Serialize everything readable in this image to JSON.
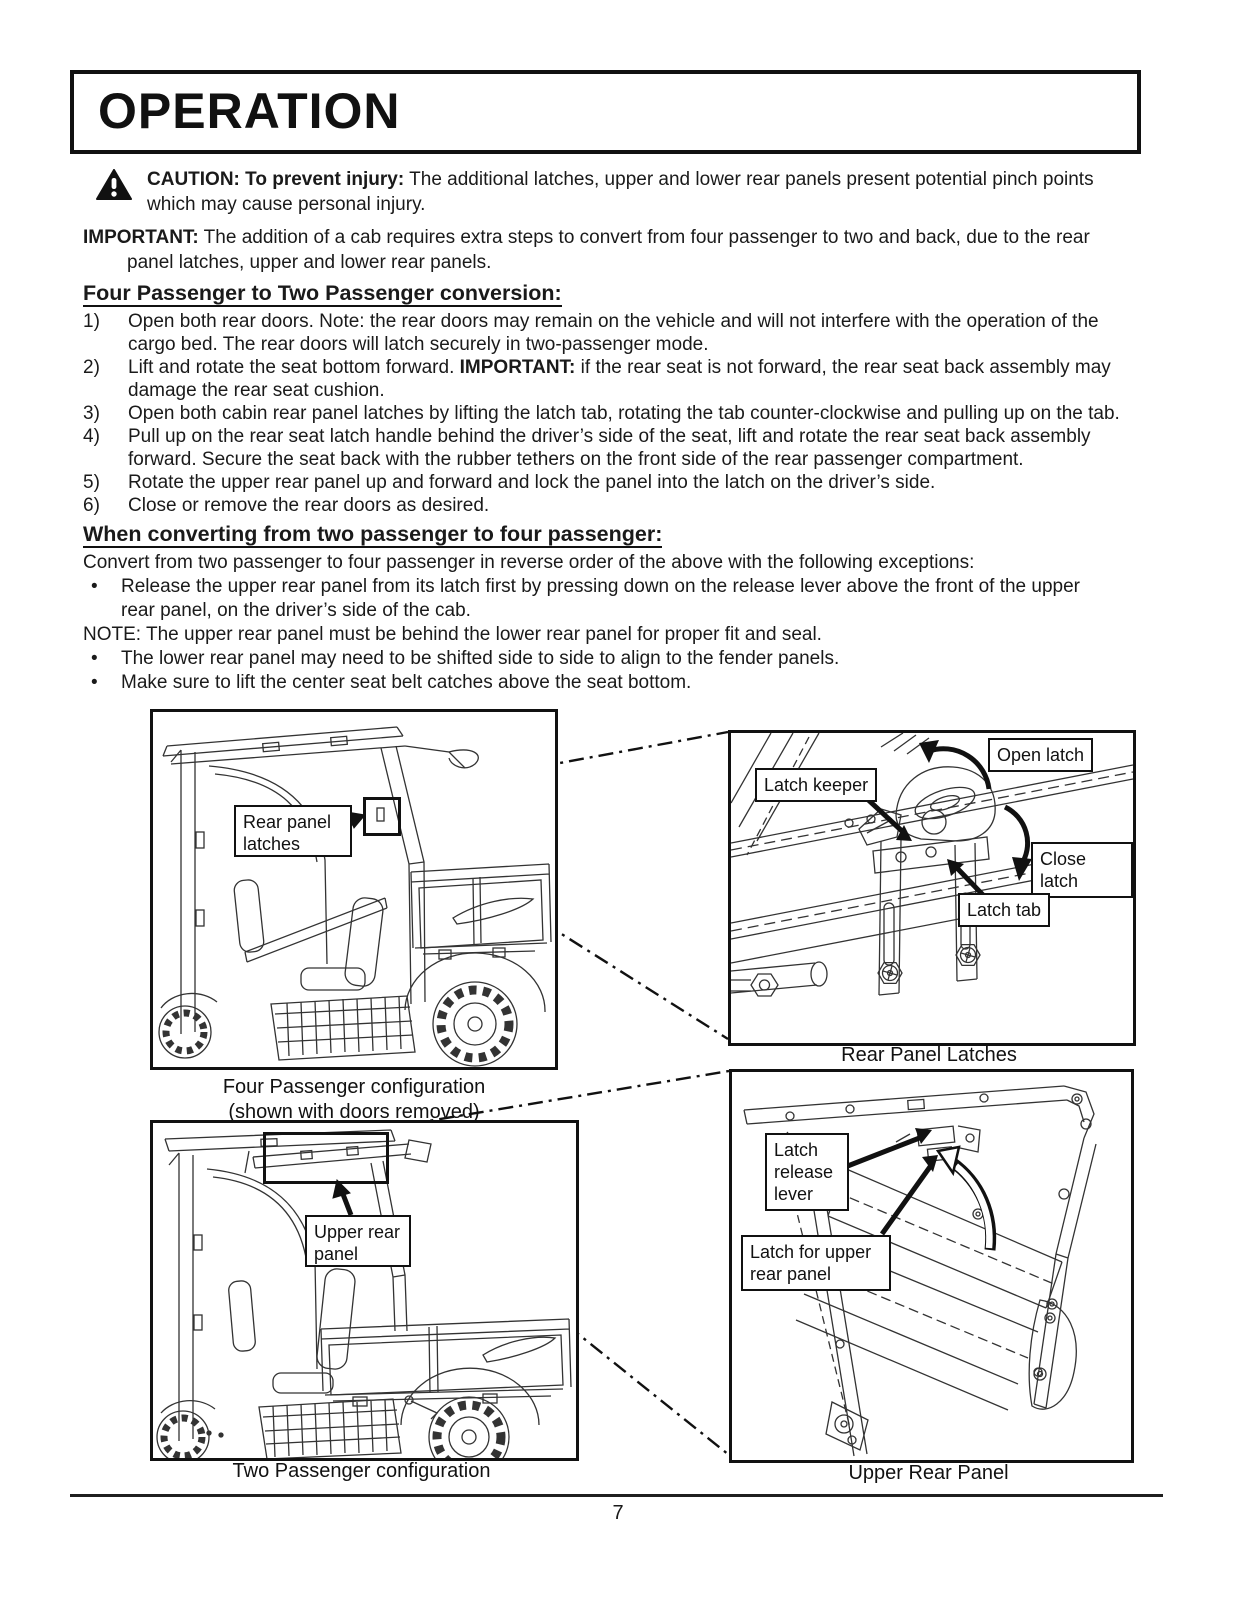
{
  "title": "OPERATION",
  "caution": {
    "bold": "CAUTION: To prevent injury:",
    "text": " The additional latches, upper and lower rear panels present potential pinch points which may cause personal injury."
  },
  "important": {
    "label": "IMPORTANT:",
    "text": " The addition of a cab requires extra steps to convert from four passenger to two and back, due to the rear panel latches, upper and lower rear panels."
  },
  "four_to_two": {
    "heading": "Four Passenger to Two Passenger conversion:",
    "steps": [
      {
        "num": "1)",
        "pre": "Open both rear doors. Note: the rear doors may remain on the vehicle and will not interfere with the operation of the cargo bed. The rear doors will latch securely in two-passenger mode.",
        "bold": "",
        "post": ""
      },
      {
        "num": "2)",
        "pre": "Lift and rotate the seat bottom forward. ",
        "bold": "IMPORTANT:",
        "post": " if the rear seat is not forward, the rear seat back assembly may damage the rear seat cushion."
      },
      {
        "num": "3)",
        "pre": "Open both cabin rear panel latches by lifting the latch tab, rotating the tab counter-clockwise and pulling up on the tab.",
        "bold": "",
        "post": ""
      },
      {
        "num": "4)",
        "pre": "Pull up on the rear seat latch handle behind the driver’s side of the seat, lift and rotate the rear seat back assembly forward. Secure the seat back with the rubber tethers on the front side of the rear passenger compartment.",
        "bold": "",
        "post": ""
      },
      {
        "num": "5)",
        "pre": "Rotate the upper rear panel up and forward and lock the panel into the latch on the driver’s side.",
        "bold": "",
        "post": ""
      },
      {
        "num": "6)",
        "pre": "Close or remove the rear doors as desired.",
        "bold": "",
        "post": ""
      }
    ]
  },
  "two_to_four": {
    "heading": "When converting from two passenger to four passenger:",
    "intro": "Convert from two passenger to four passenger in reverse order of the above with the following exceptions:",
    "bullet1": "Release the upper rear panel from its latch first by pressing down on the release lever above the front of the upper rear panel, on the driver’s side of the cab.",
    "note": "NOTE: The upper rear panel must be behind the lower rear panel for proper fit and seal.",
    "bullet2": "The lower rear panel may need to be shifted side to side to align to the fender panels.",
    "bullet3": "Make sure to lift the center seat belt catches above the seat bottom."
  },
  "figures": {
    "four_passenger": {
      "caption": "Four Passenger configuration",
      "subcaption": "(shown with doors removed)",
      "callout": "Rear panel latches"
    },
    "rear_panel_latches": {
      "caption": "Rear Panel Latches",
      "latch_keeper": "Latch keeper",
      "open_latch": "Open latch",
      "close_latch": "Close latch",
      "latch_tab": "Latch tab"
    },
    "two_passenger": {
      "caption": "Two Passenger configuration",
      "callout": "Upper rear panel"
    },
    "upper_rear_panel": {
      "caption": "Upper Rear Panel",
      "latch_release": "Latch release lever",
      "latch_for_upper": "Latch for upper rear panel"
    }
  },
  "colors": {
    "text": "#1a1a1a",
    "line": "#333333",
    "background": "#ffffff"
  },
  "page_number": "7"
}
